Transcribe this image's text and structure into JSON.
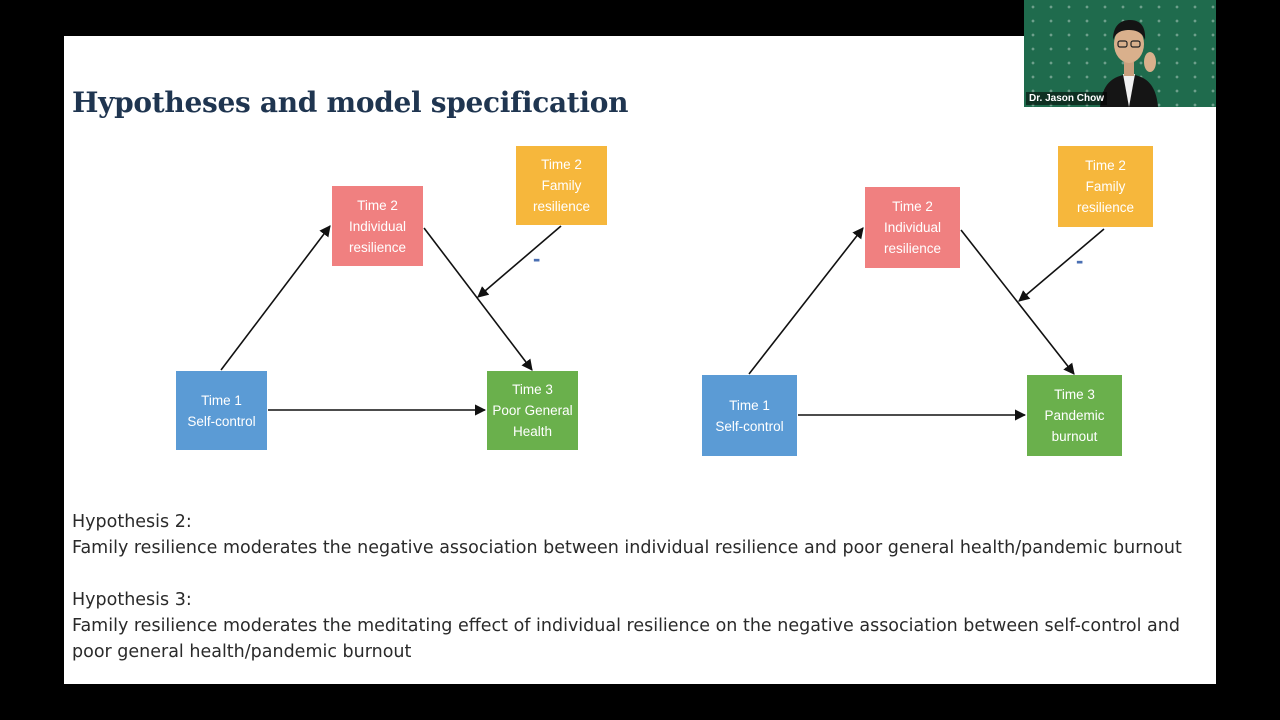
{
  "slide": {
    "title": "Hypotheses and model specification",
    "diagram_left": {
      "individual": "Time 2\nIndividual\nresilience",
      "family": "Time 2\nFamily\nresilience",
      "selfcontrol": "Time 1\nSelf-control",
      "outcome": "Time 3\nPoor General\nHealth",
      "moderator_sign": "-"
    },
    "diagram_right": {
      "individual": "Time 2\nIndividual\nresilience",
      "family": "Time 2\nFamily\nresilience",
      "selfcontrol": "Time 1\nSelf-control",
      "outcome": "Time 3\nPandemic\nburnout",
      "moderator_sign": "-"
    },
    "hypothesis2": {
      "heading": "Hypothesis 2:",
      "text": "Family resilience moderates the negative association between individual resilience and poor general health/pandemic burnout"
    },
    "hypothesis3": {
      "heading": "Hypothesis 3:",
      "text_line1": "Family resilience moderates the meditating effect of individual resilience on the negative association between self-control and",
      "text_line2": "poor general health/pandemic burnout"
    }
  },
  "video": {
    "speaker_name": "Dr. Jason Chow"
  },
  "colors": {
    "title": "#1f3550",
    "selfcontrol_box": "#5b9bd5",
    "individual_box": "#f08080",
    "family_box": "#f6b73c",
    "outcome_box": "#6ab04c",
    "minus_sign": "#4a6fb3"
  }
}
